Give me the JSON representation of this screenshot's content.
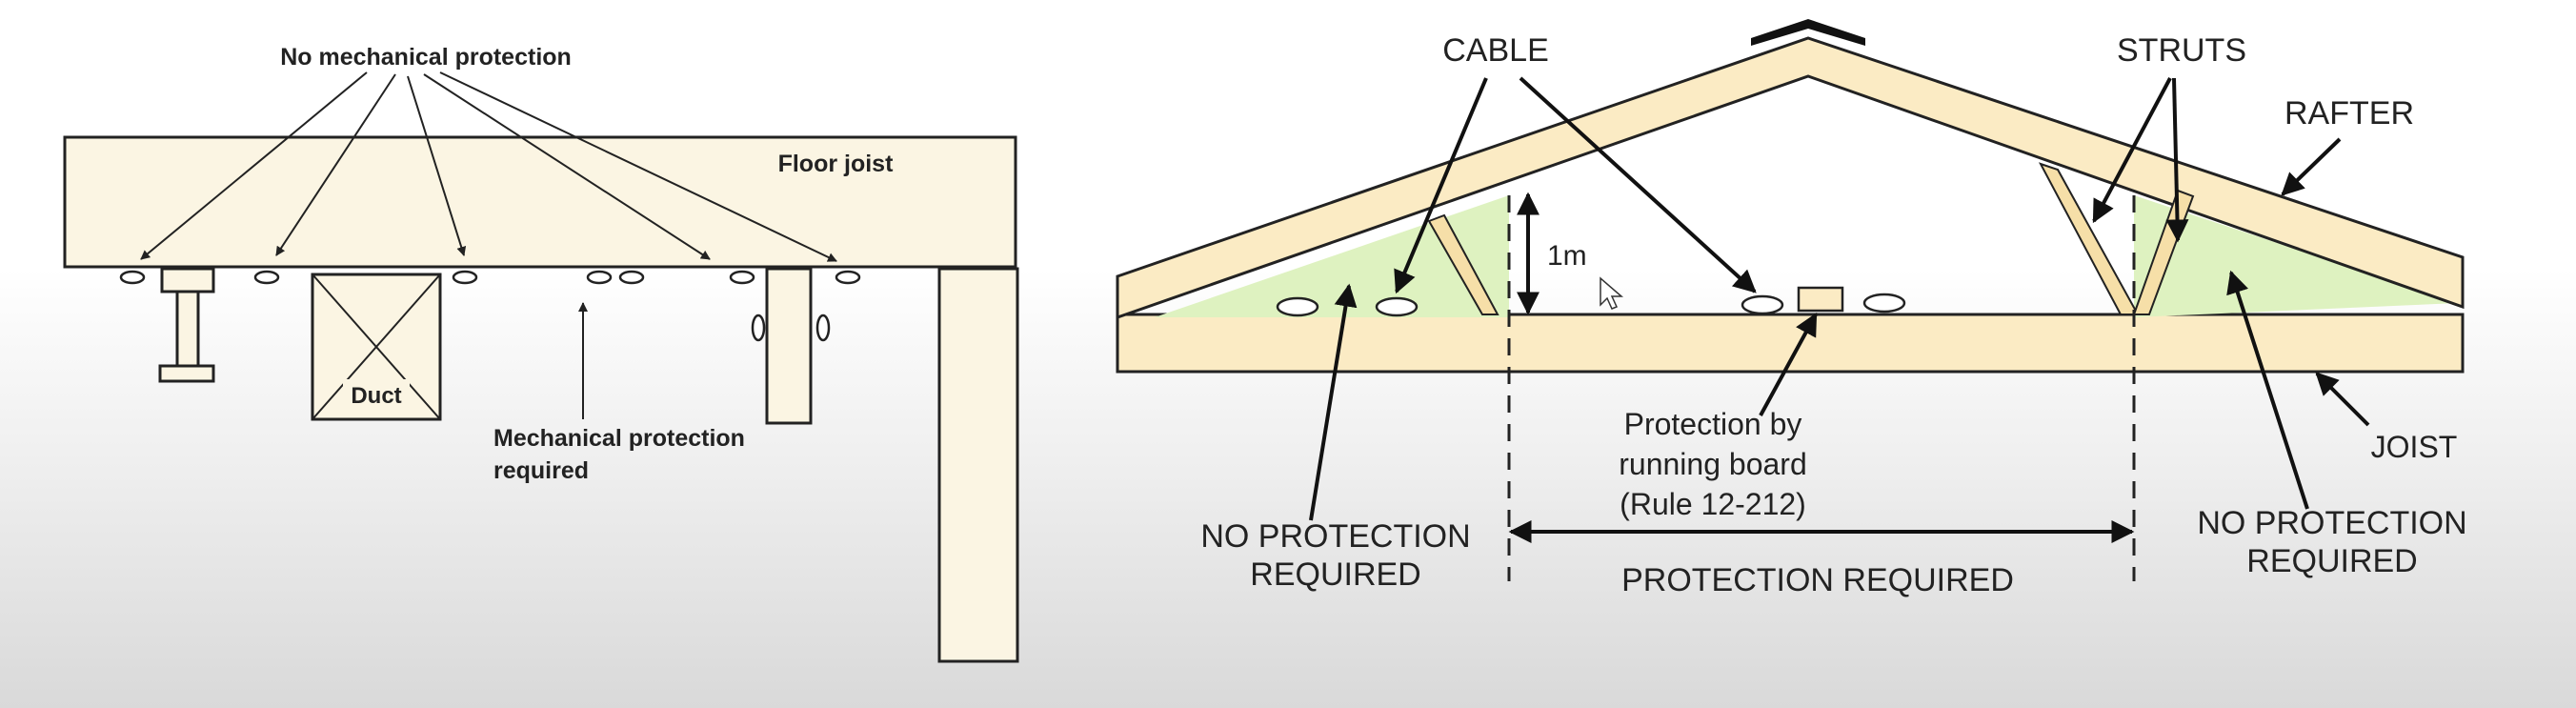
{
  "left_diagram": {
    "top_label": "No mechanical protection",
    "floor_joist_label": "Floor joist",
    "duct_label": "Duct",
    "mech_label_line1": "Mechanical protection",
    "mech_label_line2": "required"
  },
  "right_diagram": {
    "cable_label": "CABLE",
    "struts_label": "STRUTS",
    "rafter_label": "RAFTER",
    "joist_label": "JOIST",
    "height_label": "1m",
    "board_label_line1": "Protection by",
    "board_label_line2": "running board",
    "board_label_line3": "(Rule 12-212)",
    "no_protection_left_line1": "NO PROTECTION",
    "no_protection_left_line2": "REQUIRED",
    "no_protection_right_line1": "NO PROTECTION",
    "no_protection_right_line2": "REQUIRED",
    "protection_required_label": "PROTECTION REQUIRED"
  },
  "colors": {
    "wood": "#fbebc4",
    "green_zone": "#def2c0",
    "line": "#222222"
  },
  "icons": [
    "mouse-pointer-icon"
  ]
}
